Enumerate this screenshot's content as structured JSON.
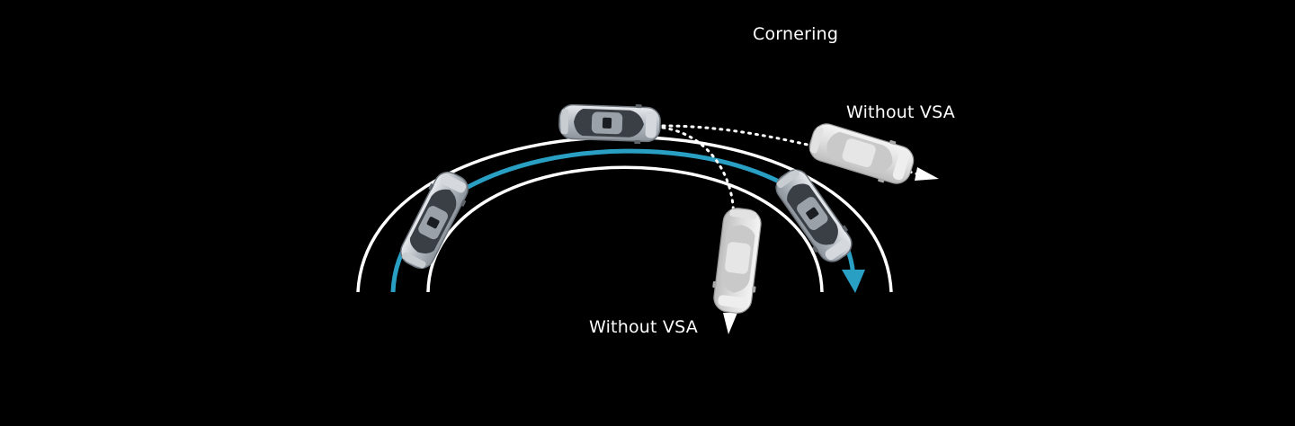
{
  "diagram": {
    "title": "Cornering",
    "outcomes": {
      "oversteer_label": "Without VSA",
      "understeer_label": "Without VSA"
    },
    "colors": {
      "background": "#000000",
      "road_edge": "#ffffff",
      "vsa_path": "#2a9fc4",
      "car_body": "#b9bec4",
      "ghost_car_body": "#d8d8d8"
    },
    "icons": {
      "car": "car-top-view-icon",
      "arrow": "arrowhead-icon"
    }
  }
}
